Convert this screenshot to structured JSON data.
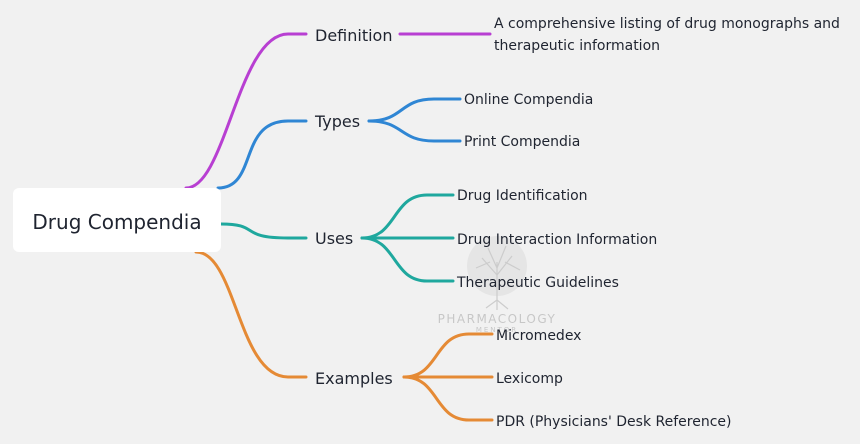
{
  "root": {
    "label": "Drug Compendia"
  },
  "branches": [
    {
      "label": "Definition",
      "color": "#b83fd2",
      "children": [
        {
          "lines": [
            "A comprehensive listing of drug monographs and",
            "therapeutic information"
          ]
        }
      ]
    },
    {
      "label": "Types",
      "color": "#2f86d4",
      "children": [
        {
          "lines": [
            "Online Compendia"
          ]
        },
        {
          "lines": [
            "Print Compendia"
          ]
        }
      ]
    },
    {
      "label": "Uses",
      "color": "#1fa89e",
      "children": [
        {
          "lines": [
            "Drug Identification"
          ]
        },
        {
          "lines": [
            "Drug Interaction Information"
          ]
        },
        {
          "lines": [
            "Therapeutic Guidelines"
          ]
        }
      ]
    },
    {
      "label": "Examples",
      "color": "#e58a35",
      "children": [
        {
          "lines": [
            "Micromedex"
          ]
        },
        {
          "lines": [
            "Lexicomp"
          ]
        },
        {
          "lines": [
            "PDR (Physicians' Desk Reference)"
          ]
        }
      ]
    }
  ],
  "watermark": {
    "line1": "PHARMACOLOGY",
    "line2": "MENTOR"
  }
}
